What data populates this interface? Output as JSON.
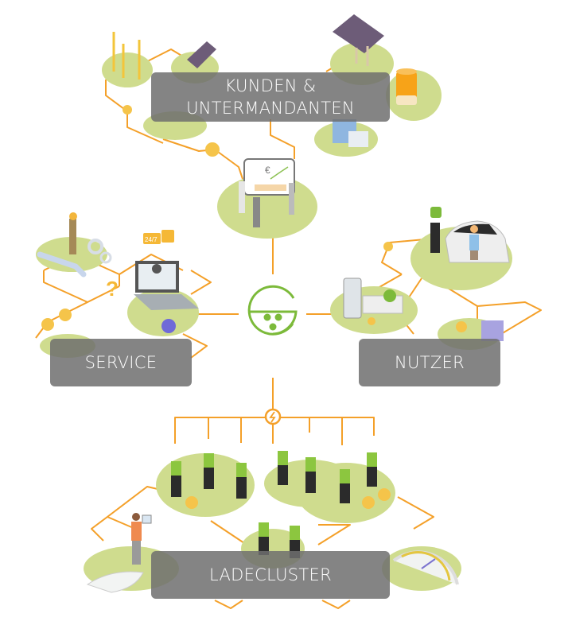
{
  "diagram": {
    "title": "",
    "center_logo": "green-circle-logo",
    "nodes": [
      {
        "id": "kunden",
        "label": "KUNDEN & UNTERMANDANTEN",
        "line1": "KUNDEN &",
        "line2": "UNTERMANDANTEN",
        "scene": "renewable-energy-customers"
      },
      {
        "id": "service",
        "label": "SERVICE",
        "scene": "support-agent-24-7"
      },
      {
        "id": "nutzer",
        "label": "NUTZER",
        "scene": "ev-driver-and-app"
      },
      {
        "id": "ladecluster",
        "label": "LADECLUSTER",
        "scene": "charging-stations-cluster"
      }
    ],
    "badges": {
      "service_chat_1": "24/7",
      "service_chat_2": "?",
      "presentation_currency": "€"
    },
    "colors": {
      "ground": "#cfdc8e",
      "connector": "#f4a029",
      "logo": "#7cba3a",
      "label_bg": "#6e6e6e",
      "label_text": "#ffffff"
    }
  }
}
